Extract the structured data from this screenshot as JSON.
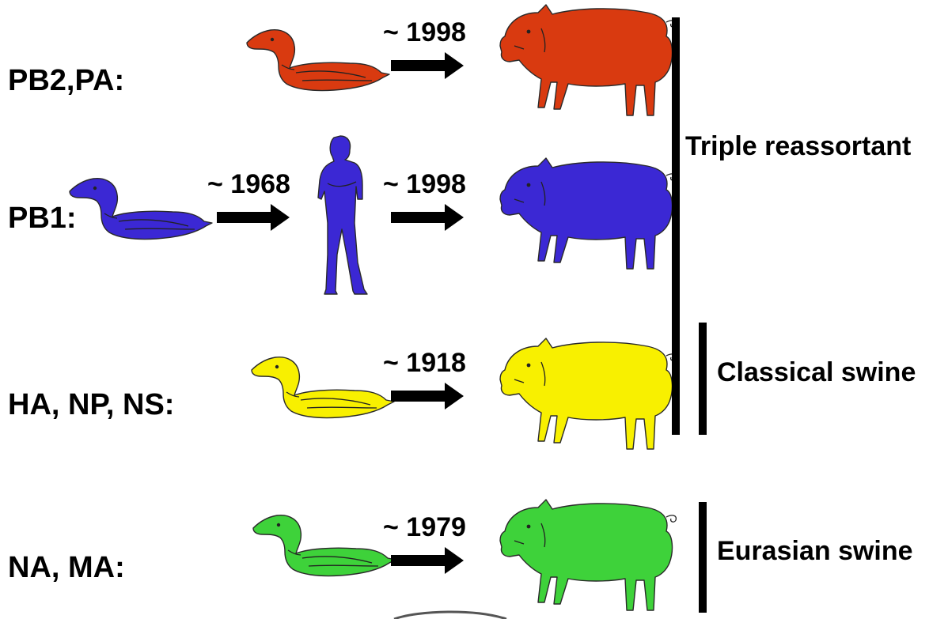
{
  "rows": [
    {
      "segments": "PB2,PA:",
      "color": "#d93a10",
      "host_chain": [
        "duck",
        "pig"
      ],
      "transfer_years": [
        "~ 1998"
      ]
    },
    {
      "segments": "PB1:",
      "color": "#3b28d4",
      "host_chain": [
        "duck",
        "human",
        "pig"
      ],
      "transfer_years": [
        "~ 1968",
        "~ 1998"
      ]
    },
    {
      "segments": "HA, NP, NS:",
      "color": "#f8f000",
      "host_chain": [
        "duck",
        "pig"
      ],
      "transfer_years": [
        "~ 1918"
      ]
    },
    {
      "segments": "NA, MA:",
      "color": "#3ed23a",
      "host_chain": [
        "duck",
        "pig"
      ],
      "transfer_years": [
        "~ 1979"
      ]
    }
  ],
  "groups": [
    {
      "label": "Triple reassortant"
    },
    {
      "label": "Classical swine"
    },
    {
      "label": "Eurasian swine"
    }
  ],
  "icons": [
    "duck-icon",
    "pig-icon",
    "human-icon",
    "arrow-right-icon"
  ]
}
